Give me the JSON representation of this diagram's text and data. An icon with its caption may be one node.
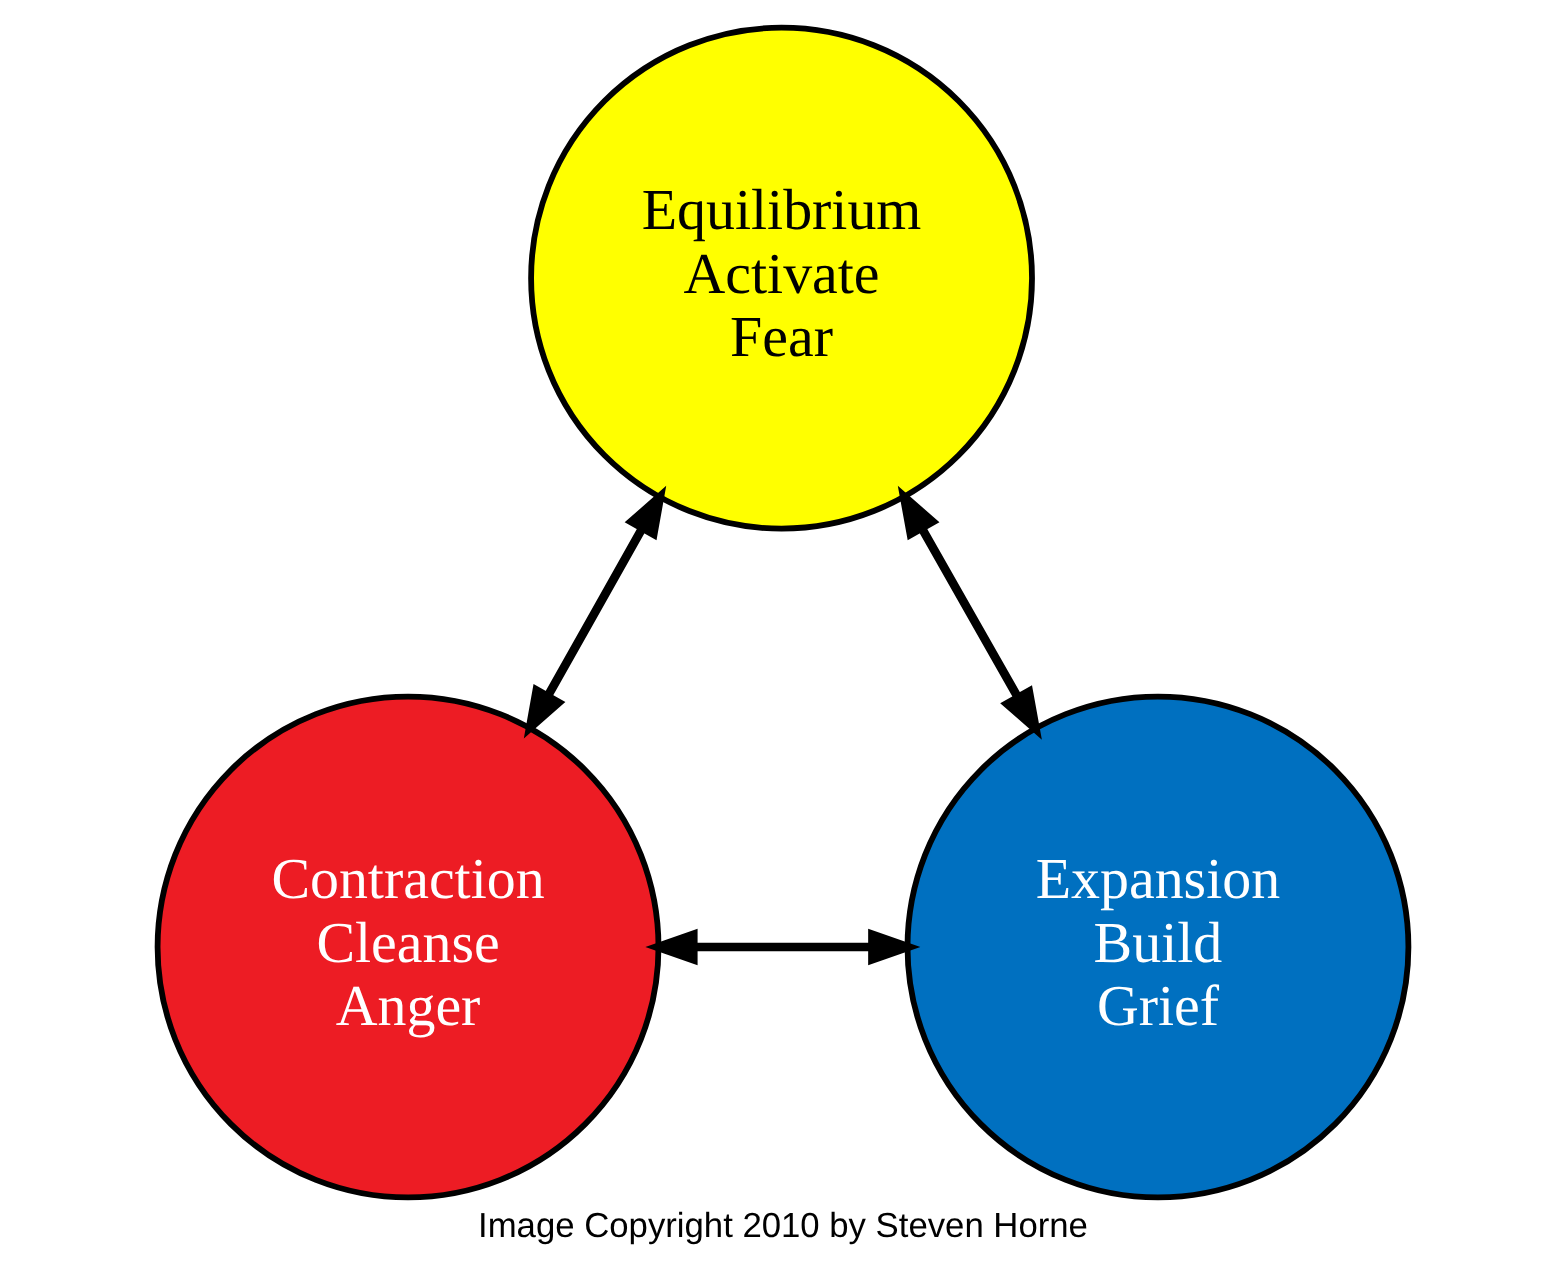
{
  "diagram": {
    "caption": "Image Copyright 2010 by Steven Horne",
    "nodes": [
      {
        "text": [
          "Equilibrium Activate Fear"
        ]
      },
      {
        "text": [
          "Expansion Build Grief"
        ]
      },
      {
        "text": [
          "Contraction Cleanse Anger"
        ]
      }
    ],
    "edges": [
      {
        "from": 1,
        "to": 0,
        "arrow": "both"
      },
      {
        "from": 0,
        "to": 2,
        "arrow": "both"
      },
      {
        "from": 1,
        "to": 2,
        "arrow": "both"
      }
    ]
  }
}
